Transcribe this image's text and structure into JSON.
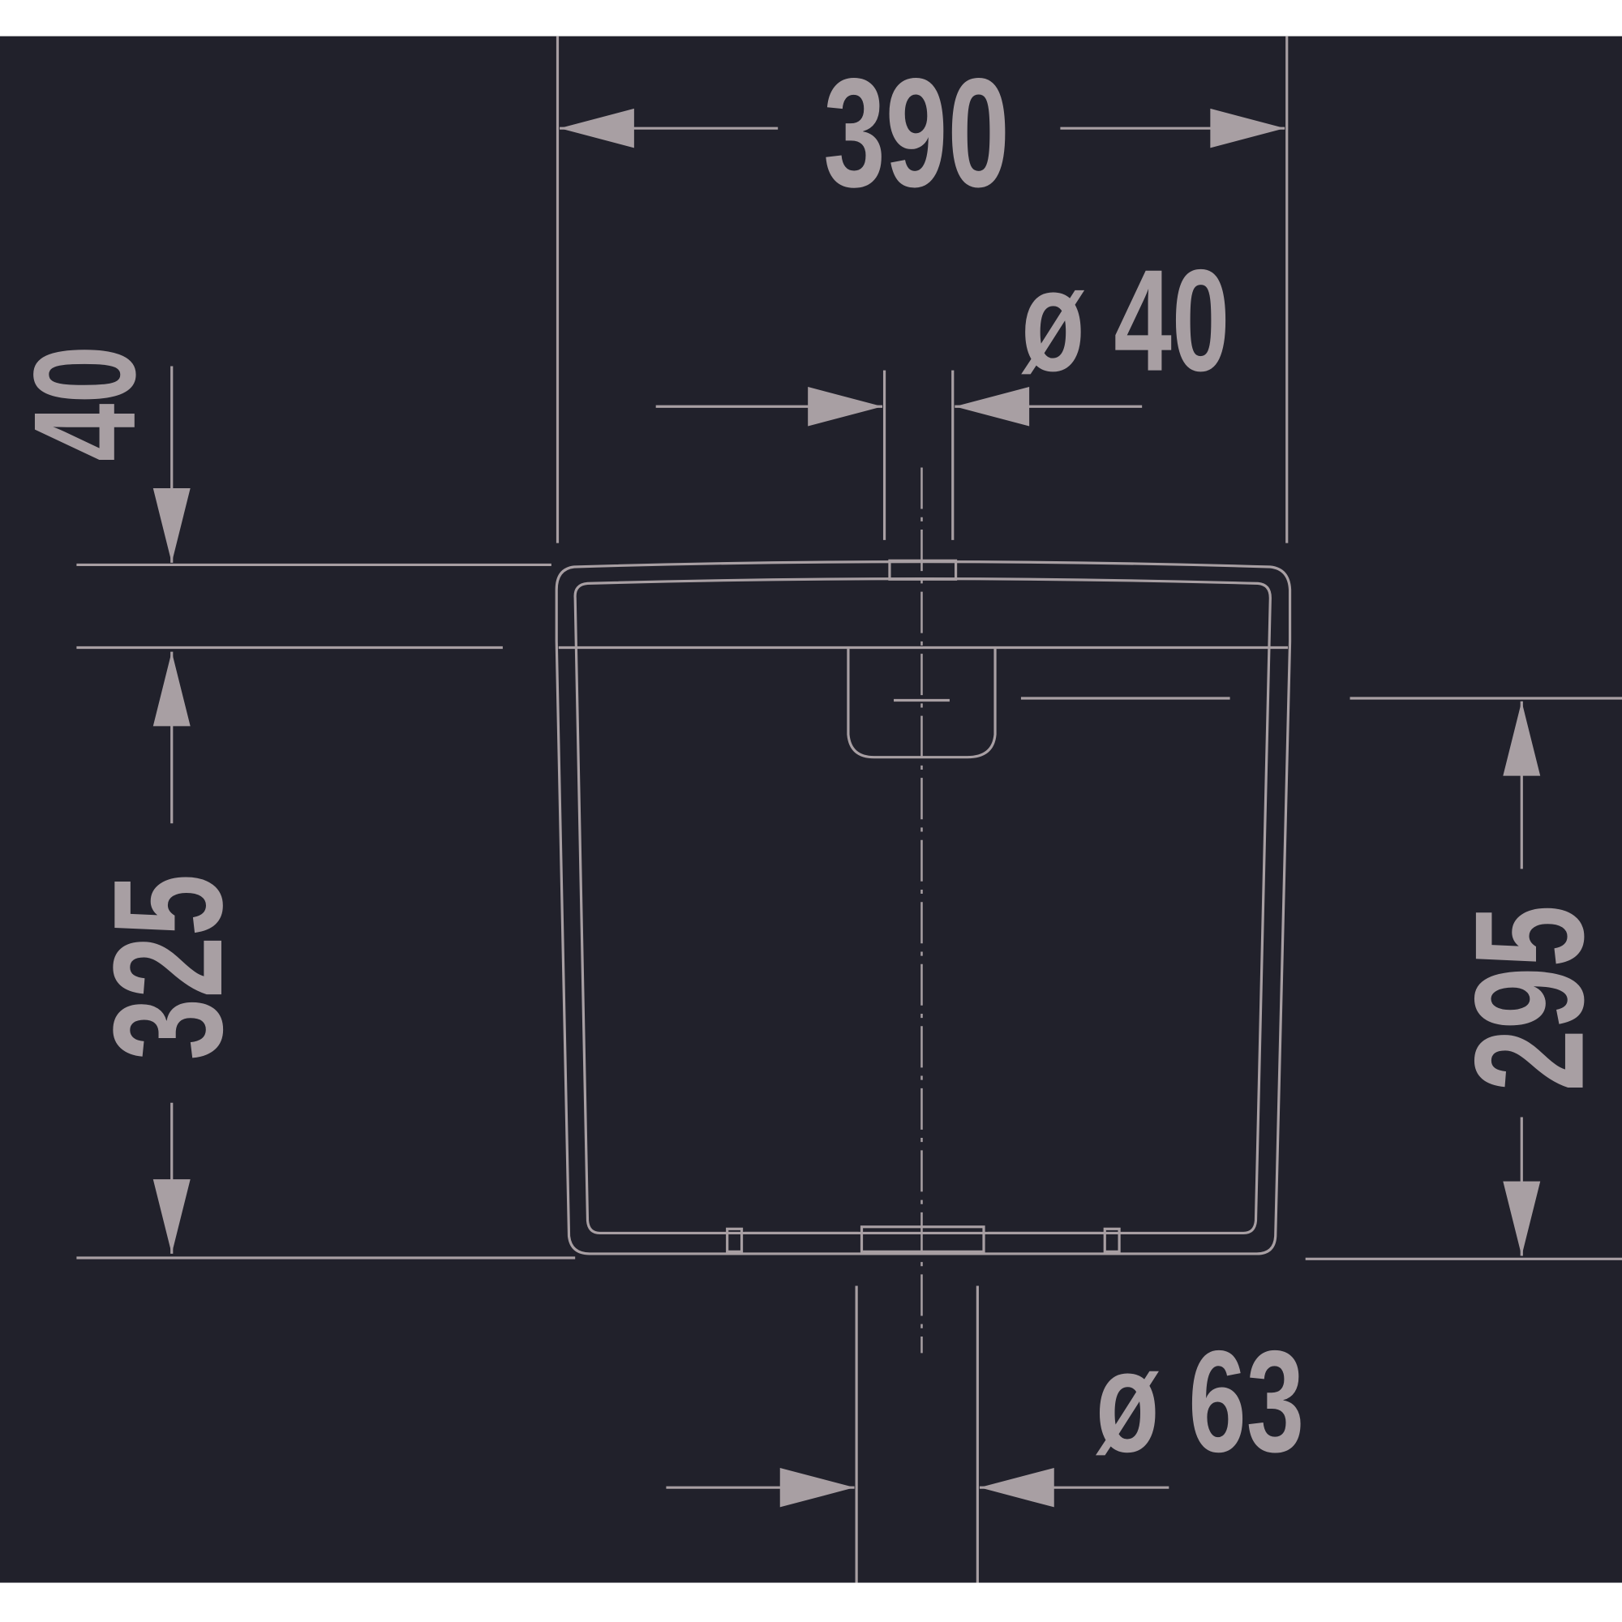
{
  "drawing": {
    "colors": {
      "background": "#21212b",
      "lines": "#a89fa3",
      "margin": "#ffffff"
    },
    "dimensions": {
      "width": "390",
      "inlet_diameter": "ø 40",
      "top_offset": "40",
      "height_left": "325",
      "height_right": "295",
      "outlet_diameter": "ø 63"
    }
  }
}
